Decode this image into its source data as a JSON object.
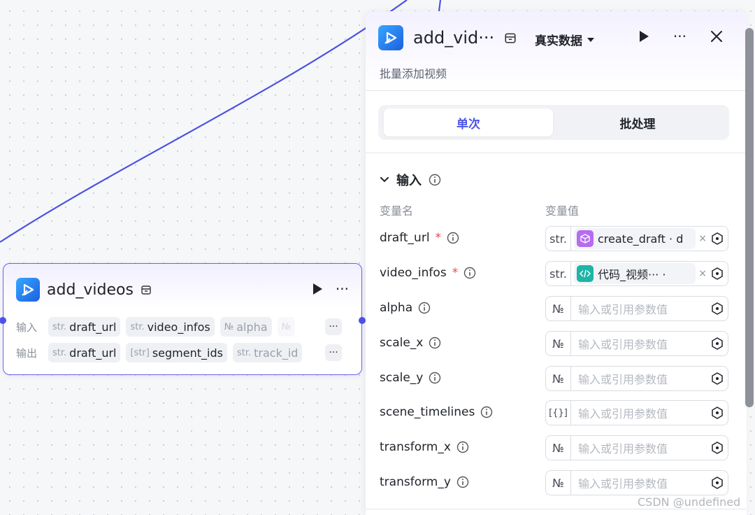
{
  "node": {
    "title": "add_videos",
    "input_label": "输入",
    "output_label": "输出",
    "inputs": [
      {
        "type": "str.",
        "name": "draft_url"
      },
      {
        "type": "str.",
        "name": "video_infos"
      },
      {
        "type": "№",
        "name": "alpha"
      },
      {
        "type": "№",
        "name": ""
      }
    ],
    "outputs": [
      {
        "type": "str.",
        "name": "draft_url"
      },
      {
        "type": "[str]",
        "name": "segment_ids"
      },
      {
        "type": "str.",
        "name": "track_id"
      }
    ],
    "more": "···"
  },
  "panel": {
    "title": "add_vid···",
    "mode": "真实数据",
    "subtitle": "批量添加视频",
    "tabs": [
      "单次",
      "批处理"
    ],
    "section_title": "输入",
    "col_name": "变量名",
    "col_value": "变量值",
    "more": "···",
    "params": [
      {
        "name": "draft_url",
        "required": true,
        "type": "str.",
        "ref_text": "create_draft · d",
        "ref_kind": "cube",
        "placeholder": ""
      },
      {
        "name": "video_infos",
        "required": true,
        "type": "str.",
        "ref_text": "代码_视频··· ·",
        "ref_kind": "code",
        "placeholder": ""
      },
      {
        "name": "alpha",
        "required": false,
        "type": "№",
        "ref_text": "",
        "placeholder": "输入或引用参数值"
      },
      {
        "name": "scale_x",
        "required": false,
        "type": "№",
        "ref_text": "",
        "placeholder": "输入或引用参数值"
      },
      {
        "name": "scale_y",
        "required": false,
        "type": "№",
        "ref_text": "",
        "placeholder": "输入或引用参数值"
      },
      {
        "name": "scene_timelines",
        "required": false,
        "type": "[{}]",
        "ref_text": "",
        "placeholder": "输入或引用参数值"
      },
      {
        "name": "transform_x",
        "required": false,
        "type": "№",
        "ref_text": "",
        "placeholder": "输入或引用参数值"
      },
      {
        "name": "transform_y",
        "required": false,
        "type": "№",
        "ref_text": "",
        "placeholder": "输入或引用参数值"
      }
    ]
  },
  "watermark": "CSDN @undefined",
  "colors": {
    "accent": "#4d53e8",
    "edge": "#4b52e0",
    "required": "#e5484d"
  }
}
